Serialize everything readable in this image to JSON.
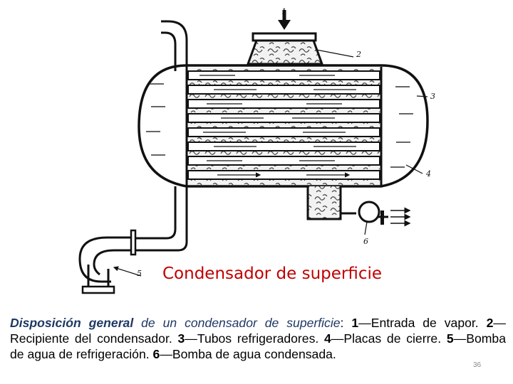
{
  "diagram": {
    "callouts": [
      "1",
      "2",
      "3",
      "4",
      "5",
      "6"
    ]
  },
  "figure_title": "Condensador de superficie",
  "caption": {
    "lead_bold": "Disposición general",
    "lead_rest": " de un condensador de superficie",
    "colon": ":",
    "items": [
      {
        "num": "1",
        "text": "—Entrada de vapor. "
      },
      {
        "num": "2",
        "text": "—Recipiente del condensador. "
      },
      {
        "num": "3",
        "text": "—Tubos refrigeradores. "
      },
      {
        "num": "4",
        "text": "—Placas de cierre. "
      },
      {
        "num": "5",
        "text": "—Bomba de agua de refrigeración. "
      },
      {
        "num": "6",
        "text": "—Bomba de agua condensada."
      }
    ]
  },
  "slide_number": "36"
}
